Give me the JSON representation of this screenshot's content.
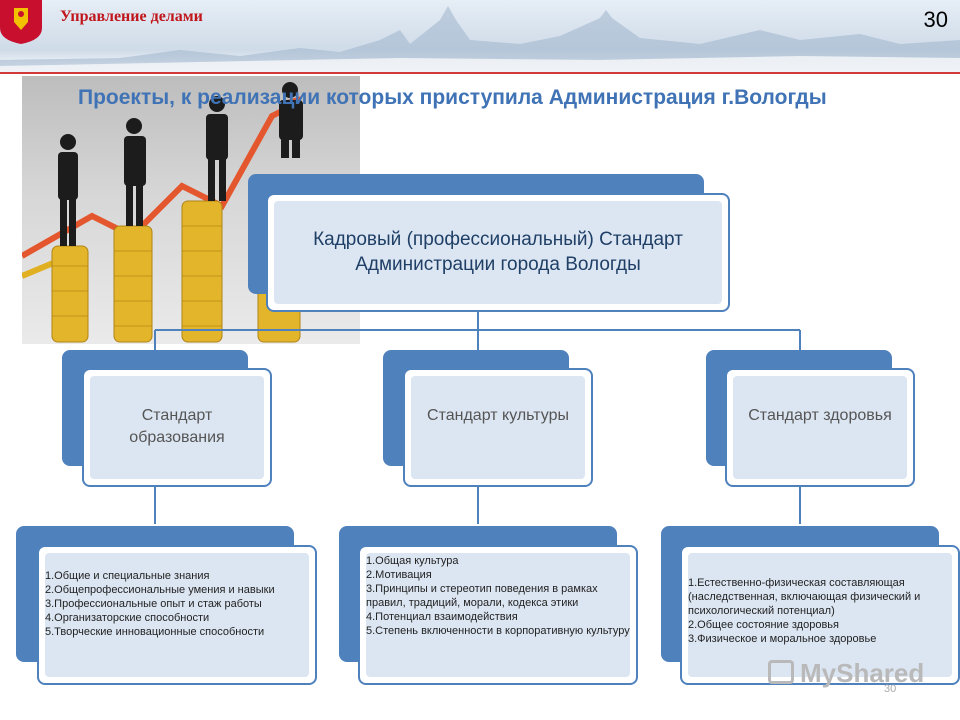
{
  "header": {
    "org_title": "Управление делами",
    "page_number": "30"
  },
  "slide": {
    "title": "Проекты, к реализации которых приступила Администрация г.Вологды"
  },
  "diagram": {
    "main_box": "Кадровый (профессиональный) Стандарт Администрации города Вологды",
    "standards": [
      {
        "label": "Стандарт образования",
        "items": [
          "1.Общие и специальные знания",
          "2.Общепрофессиональные умения и навыки",
          "3.Профессиональные опыт и стаж работы",
          "4.Организаторские способности",
          "5.Творческие инновационные способности"
        ]
      },
      {
        "label": "Стандарт культуры",
        "items": [
          "1.Общая культура",
          "2.Мотивация",
          "3.Принципы и стереотип поведения в рамках правил, традиций, морали, кодекса этики",
          "4.Потенциал взаимодействия",
          "5.Степень включенности в корпоративную культуру"
        ]
      },
      {
        "label": "Стандарт здоровья",
        "items": [
          "1.Естественно-физическая составляющая (наследственная, включающая физический и психологический потенциал)",
          "2.Общее состояние здоровья",
          "3.Физическое и моральное здоровье"
        ]
      }
    ]
  },
  "footer": {
    "watermark": "MyShared",
    "page_number": "30"
  },
  "colors": {
    "accent_blue": "#4f81bd",
    "box_fill": "#dce6f2",
    "title_blue": "#3f73b5",
    "header_red": "#c0161b"
  },
  "icons": [
    "city-crest-icon",
    "myshared-logo-icon"
  ]
}
